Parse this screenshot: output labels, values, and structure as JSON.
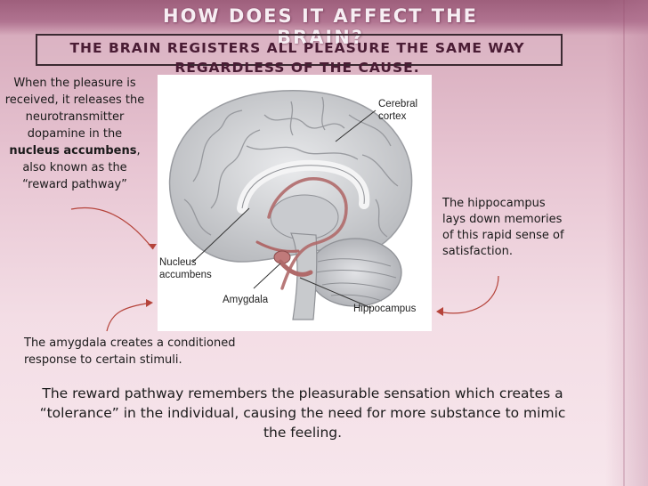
{
  "slide": {
    "title": "How does it affect the brain?",
    "subtitle": "The brain registers all pleasure the same way regardless of the cause.",
    "left_note": {
      "line1": "When the pleasure is received, it releases the neurotransmitter dopamine in the",
      "bold": "nucleus accumbens",
      "line2": ", also known as the “reward pathway”"
    },
    "right_note": "The hippocampus lays down memories of this rapid sense of satisfaction.",
    "amygdala_note": "The amygdala creates a conditioned response to certain stimuli.",
    "bottom_note": "The reward pathway remembers the pleasurable sensation which creates a “tolerance” in the individual, causing the need for more substance to mimic the feeling."
  },
  "diagram": {
    "labels": {
      "cerebral_cortex_1": "Cerebral",
      "cerebral_cortex_2": "cortex",
      "nucleus_accumbens_1": "Nucleus",
      "nucleus_accumbens_2": "accumbens",
      "amygdala": "Amygdala",
      "hippocampus": "Hippocampus"
    }
  },
  "colors": {
    "title_band": "#9e5f7c",
    "background": "#e8c6d3",
    "pathway": "#b06a6a"
  }
}
